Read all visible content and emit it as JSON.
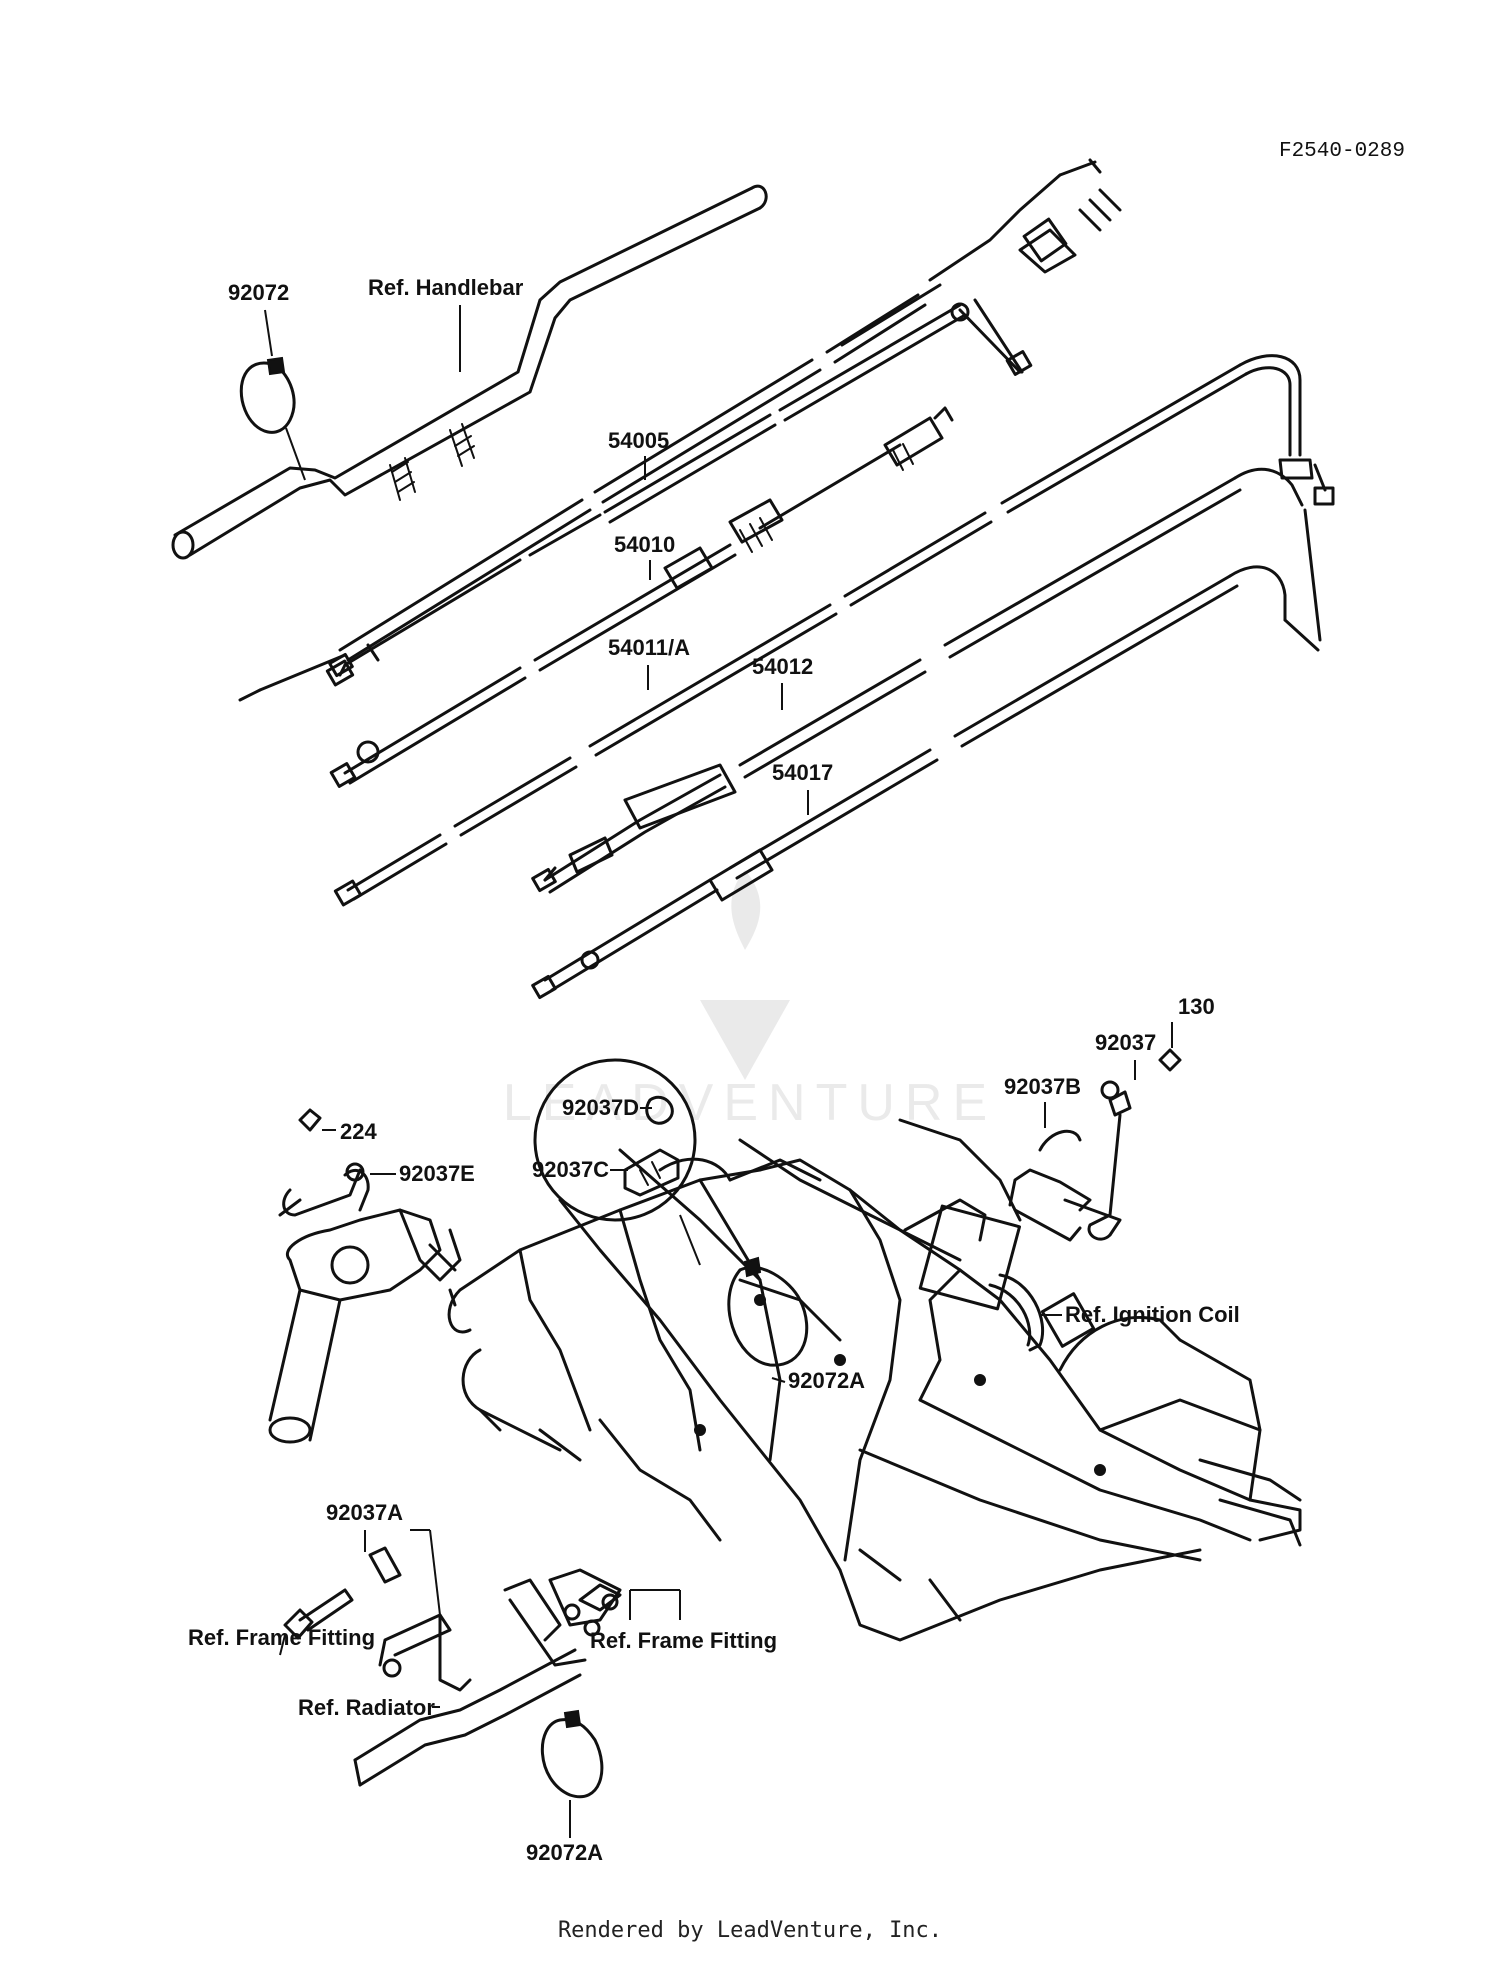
{
  "diagram_code": "F2540-0289",
  "watermark_text": "LEADVENTURE",
  "footer": "Rendered by LeadVenture, Inc.",
  "labels": {
    "ref_handlebar": "Ref. Handlebar",
    "p92072": "92072",
    "p54005": "54005",
    "p54010": "54010",
    "p54011a": "54011/A",
    "p54012": "54012",
    "p54017": "54017",
    "p130": "130",
    "p92037": "92037",
    "p92037b": "92037B",
    "p92037d": "92037D",
    "p92037c": "92037C",
    "p224": "224",
    "p92037e": "92037E",
    "ref_ignition_coil": "Ref. Ignition Coil",
    "p92072a_frame": "92072A",
    "p92037a": "92037A",
    "ref_frame_fitting_left": "Ref. Frame Fitting",
    "ref_frame_fitting_right": "Ref. Frame Fitting",
    "ref_radiator": "Ref. Radiator",
    "p92072a_bottom": "92072A"
  },
  "colors": {
    "ink": "#111111",
    "background": "#ffffff",
    "watermark": "#d9d9d9"
  }
}
